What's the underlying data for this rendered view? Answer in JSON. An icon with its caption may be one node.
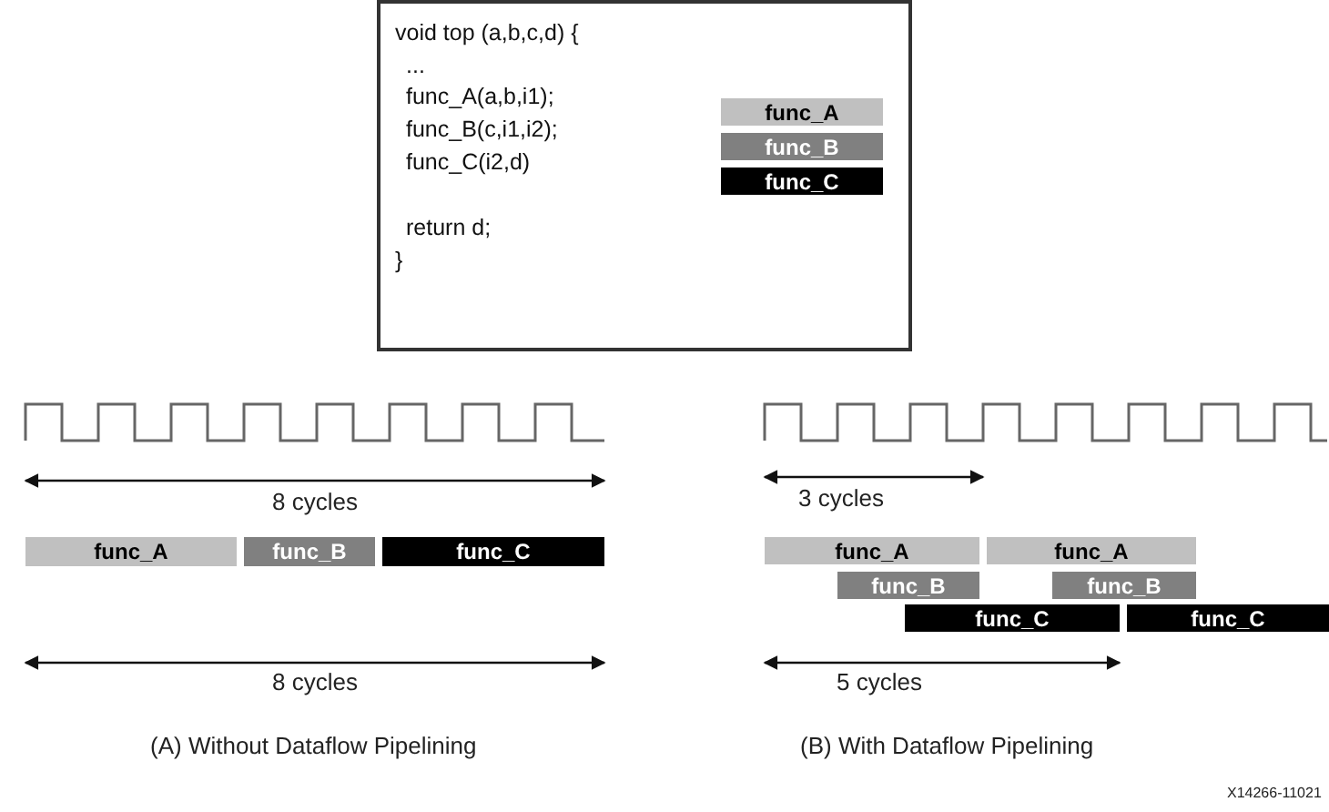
{
  "diagram": {
    "nodes": [
      {
        "text": [
          "void top (a,b,c,d) {",
          "...",
          "func_A(a,b,i1);",
          "func_B(c,i1,i2);",
          "func_C(i2,d)",
          "return d;",
          "}"
        ]
      },
      {
        "text": [
          "func_A"
        ],
        "in": 0
      },
      {
        "text": [
          "func_B"
        ],
        "in": 0
      },
      {
        "text": [
          "func_C"
        ],
        "in": 0
      },
      {
        "text": [
          "func_A"
        ]
      },
      {
        "text": [
          "func_B"
        ]
      },
      {
        "text": [
          "func_C"
        ]
      },
      {
        "text": [
          "func_A"
        ]
      },
      {
        "text": [
          "func_A"
        ]
      },
      {
        "text": [
          "func_B"
        ]
      },
      {
        "text": [
          "func_B"
        ]
      },
      {
        "text": [
          "func_C"
        ]
      },
      {
        "text": [
          "func_C"
        ]
      }
    ],
    "edges": [],
    "labels": [
      "8 cycles",
      "3 cycles",
      "8 cycles",
      "5 cycles",
      "(A) Without Dataflow Pipelining",
      "(B) With Dataflow Pipelining",
      "X14266-11021"
    ]
  }
}
